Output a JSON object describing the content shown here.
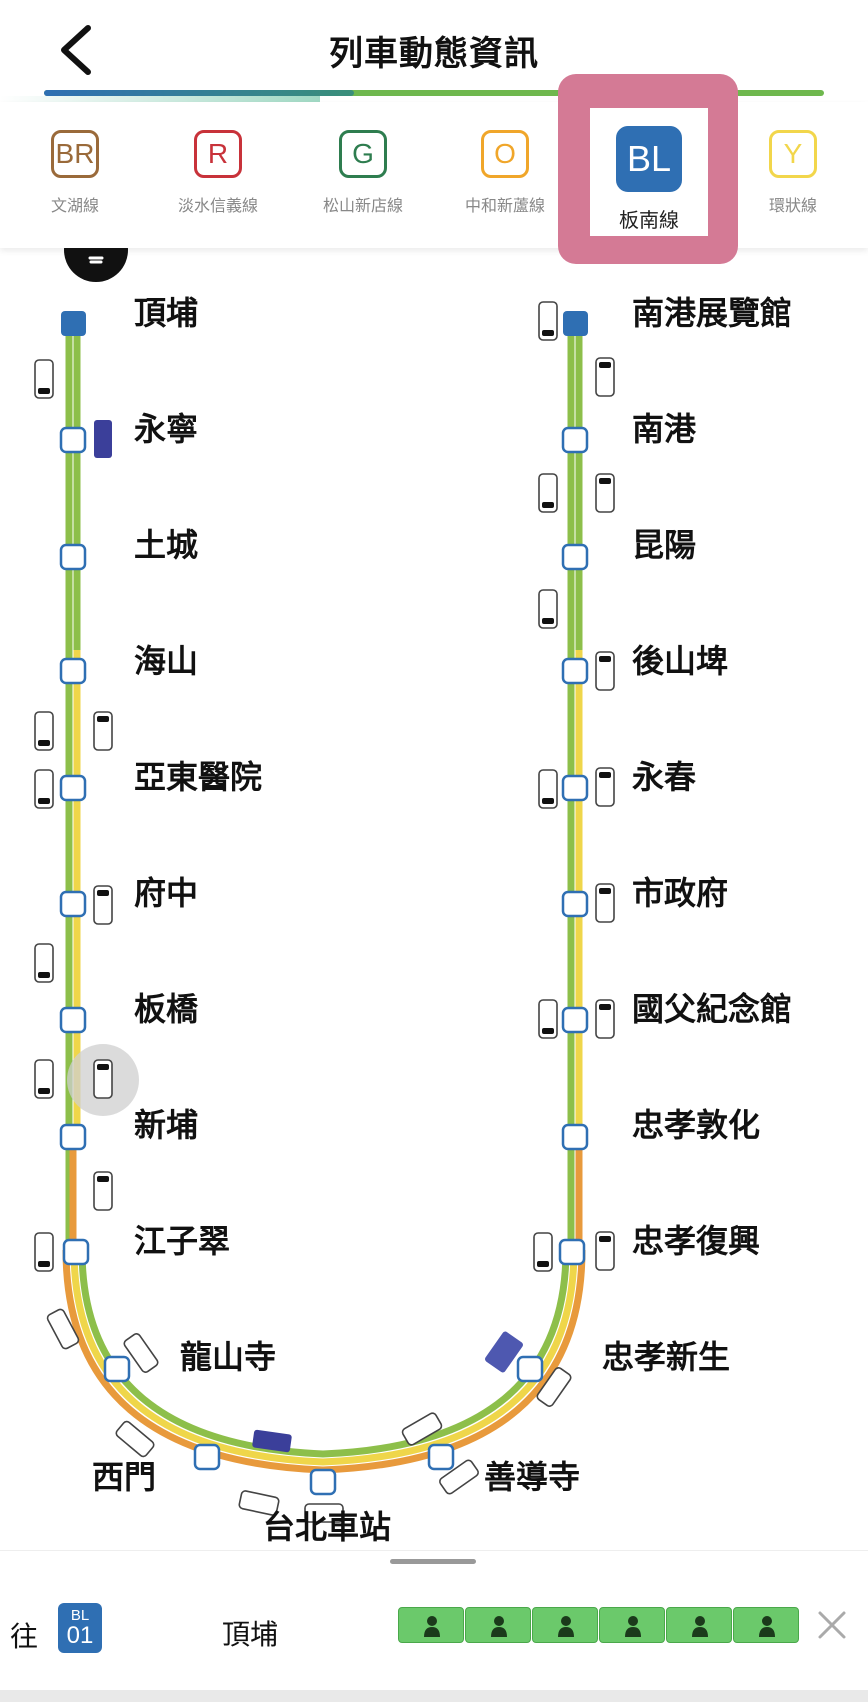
{
  "header": {
    "title": "列車動態資訊",
    "back_icon": "chevron-left-icon"
  },
  "line_tabs": [
    {
      "code": "BR",
      "label": "文湖線",
      "color": "#9a6a3a",
      "active": false
    },
    {
      "code": "R",
      "label": "淡水信義線",
      "color": "#c8323a",
      "active": false
    },
    {
      "code": "G",
      "label": "松山新店線",
      "color": "#2e7d4f",
      "active": false
    },
    {
      "code": "O",
      "label": "中和新蘆線",
      "color": "#f0a62a",
      "active": false
    },
    {
      "code": "BL",
      "label": "板南線",
      "color": "#2f6fb3",
      "active": true
    },
    {
      "code": "Y",
      "label": "環狀線",
      "color": "#f2d64b",
      "active": false
    }
  ],
  "map": {
    "line_colors": {
      "green": "#8dbf4a",
      "yellow": "#efd64a",
      "orange": "#e89a3c",
      "node": "#2f6fb3"
    },
    "left_stations": [
      "頂埔",
      "永寧",
      "土城",
      "海山",
      "亞東醫院",
      "府中",
      "板橋",
      "新埔",
      "江子翠"
    ],
    "loop_stations": [
      "龍山寺",
      "西門",
      "台北車站",
      "善導寺",
      "忠孝新生"
    ],
    "right_stations": [
      "南港展覽館",
      "南港",
      "昆陽",
      "後山埤",
      "永春",
      "市政府",
      "國父紀念館",
      "忠孝敦化",
      "忠孝復興"
    ],
    "light_icon": "lightbulb-icon"
  },
  "bottom_panel": {
    "direction_label": "往",
    "dest_code_line": "BL",
    "dest_code_num": "01",
    "dest_name": "頂埔",
    "car_count": 6,
    "car_icon": "person-icon",
    "close_icon": "close-icon"
  }
}
